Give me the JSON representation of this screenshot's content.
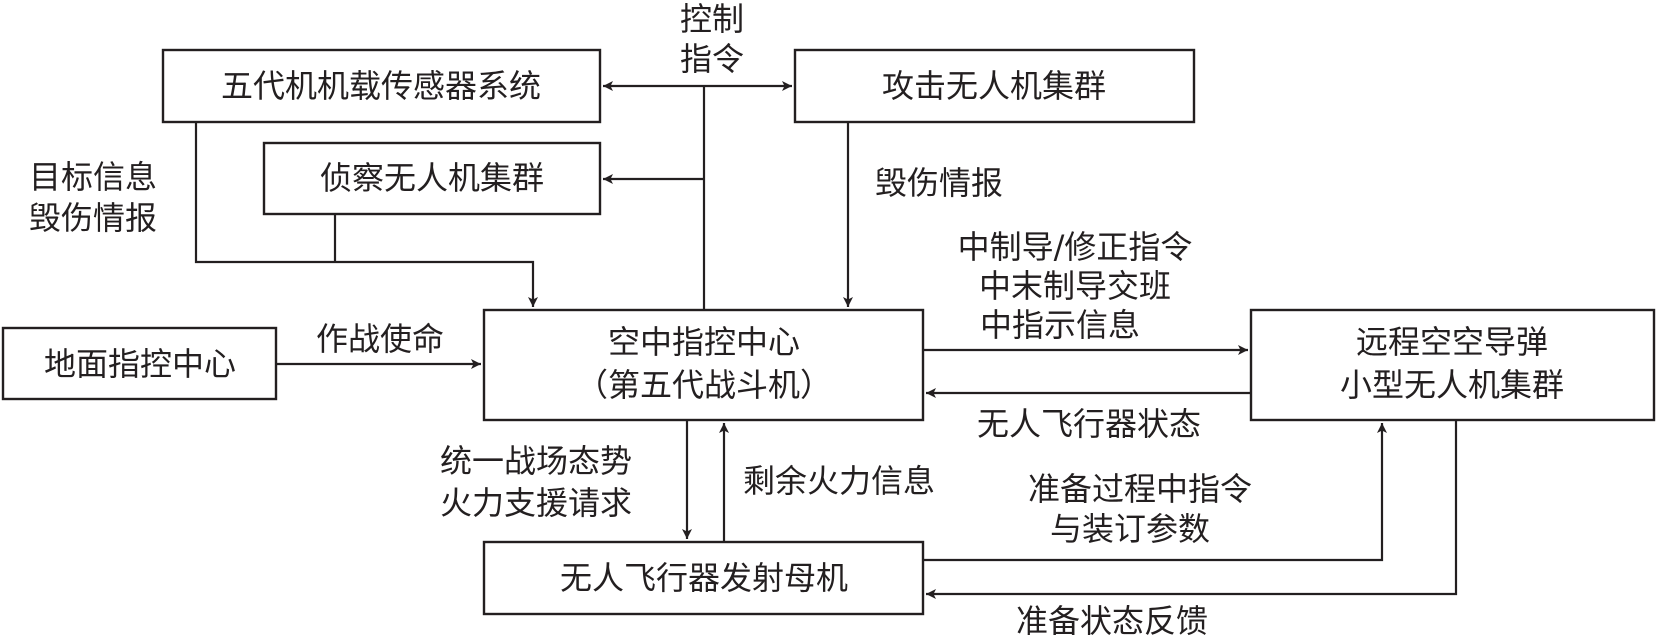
{
  "nodes": {
    "sensor": "五代机机载传感器系统",
    "attack": "攻击无人机集群",
    "recon": "侦察无人机集群",
    "ground": "地面指控中心",
    "air_center": [
      "空中指控中心",
      "（第五代战斗机）"
    ],
    "missile": [
      "远程空空导弹",
      "小型无人机集群"
    ],
    "launcher": "无人飞行器发射母机"
  },
  "edges": {
    "control": [
      "控制",
      "指令"
    ],
    "sensor_feedback": [
      "目标信息",
      "毁伤情报"
    ],
    "attack_damage": "毁伤情报",
    "mission": "作战使命",
    "guidance": [
      "中制导/修正指令",
      "中末制导交班",
      "中指示信息"
    ],
    "uav_status": "无人飞行器状态",
    "situation": [
      "统一战场态势",
      "火力支援请求"
    ],
    "firepower": "剩余火力信息",
    "prep": [
      "准备过程中指令",
      "与装订参数"
    ],
    "prep_feedback": "准备状态反馈"
  }
}
